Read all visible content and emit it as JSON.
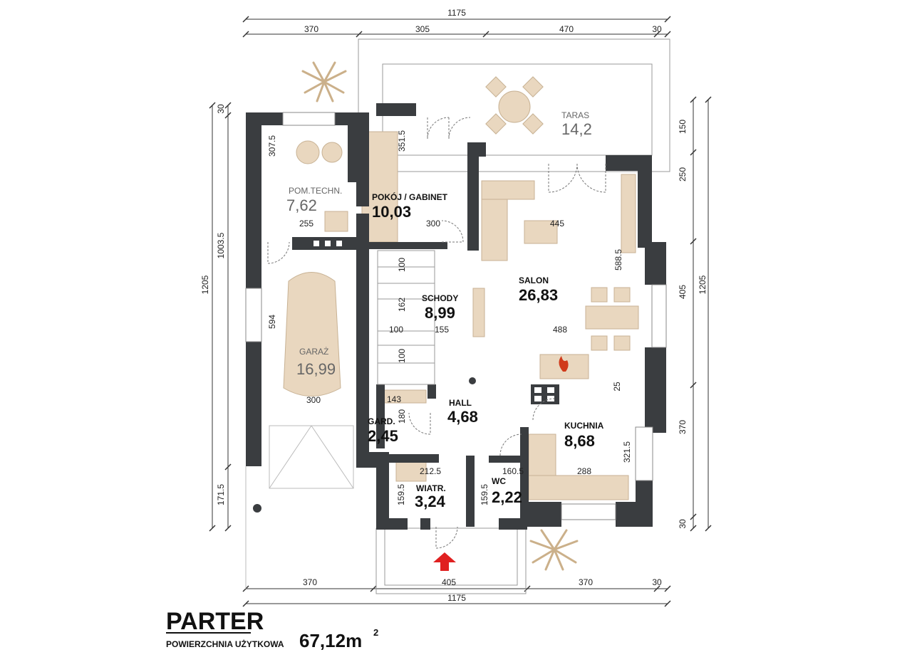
{
  "title": "PARTER",
  "subtitle": "POWIERZCHNIA UŻYTKOWA",
  "total_area": "67,12m",
  "total_area_sup": "2",
  "rooms": {
    "taras": {
      "label": "TARAS",
      "area": "14,2"
    },
    "pom_techn": {
      "label": "POM.TECHN.",
      "area": "7,62"
    },
    "pokoj": {
      "label": "POKÓJ / GABINET",
      "area": "10,03"
    },
    "salon": {
      "label": "SALON",
      "area": "26,83"
    },
    "schody": {
      "label": "SCHODY",
      "area": "8,99"
    },
    "garaz": {
      "label": "GARAŻ",
      "area": "16,99"
    },
    "hall": {
      "label": "HALL",
      "area": "4,68"
    },
    "kuchnia": {
      "label": "KUCHNIA",
      "area": "8,68"
    },
    "gard": {
      "label": "GARD.",
      "area": "2,45"
    },
    "wiatr": {
      "label": "WIATR.",
      "area": "3,24"
    },
    "wc": {
      "label": "WC",
      "area": "2,22"
    }
  },
  "dims": {
    "top_total": "1175",
    "top_a": "370",
    "top_b": "305",
    "top_c": "470",
    "top_d": "30",
    "bottom_total": "1175",
    "bottom_a": "370",
    "bottom_b": "405",
    "bottom_c": "370",
    "bottom_d": "30",
    "left_total": "1205",
    "left_a": "30",
    "left_b": "1003.5",
    "left_c": "171.5",
    "right_total": "1205",
    "right_a": "150",
    "right_b": "250",
    "right_c": "405",
    "right_d": "370",
    "right_e": "30",
    "pt_w": "255",
    "pt_h": "307.5",
    "pokoj_h": "351.5",
    "pokoj_w": "300",
    "salon_w": "445",
    "salon_h": "588.5",
    "schody_a": "100",
    "schody_b": "162",
    "schody_c": "100",
    "schody_d": "100",
    "schody_w": "155",
    "salon_w2": "488",
    "garaz_h": "594",
    "garaz_w": "300",
    "gard_w": "143",
    "gard_h": "180",
    "kuchnia_a": "25",
    "kuchnia_h": "321.5",
    "kuchnia_w": "288",
    "wiatr_w": "212.5",
    "wiatr_h": "159.5",
    "wc_w": "160.5",
    "wc_h": "159.5"
  },
  "colors": {
    "wall": "#3a3d40",
    "furniture": "#e9d7bf",
    "arrow": "#e02020"
  }
}
